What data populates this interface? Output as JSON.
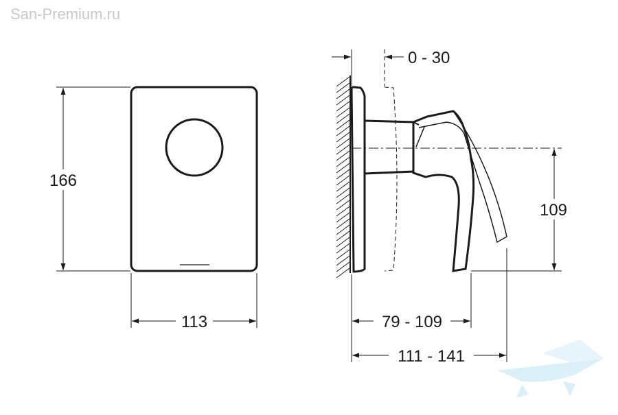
{
  "watermark": {
    "text": "San-Premium.ru"
  },
  "dimensions": {
    "plate_height": "166",
    "plate_width": "113",
    "wall_offset": "0 - 30",
    "axis_height": "109",
    "handle_depth": "79 - 109",
    "total_depth": "111 - 141"
  },
  "colors": {
    "line": "#1a1a1a",
    "watermark": "#c8c8c8",
    "logo": "#bfe3f5"
  },
  "icons": {
    "logo": "bathtub-logo-icon"
  }
}
